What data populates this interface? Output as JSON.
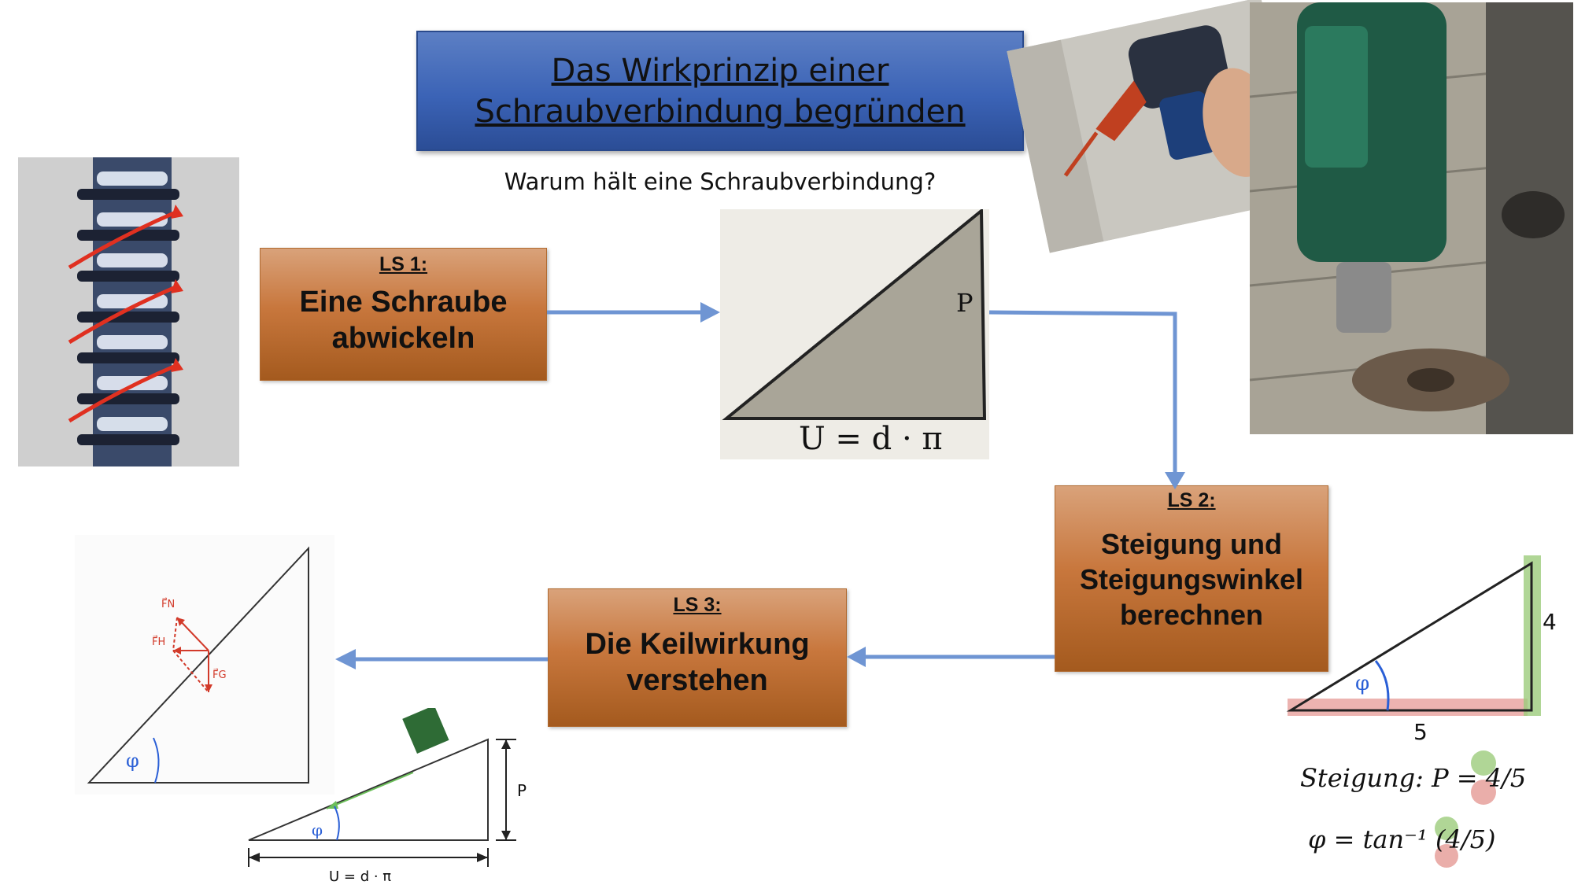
{
  "title": {
    "line1": "Das Wirkprinzip einer",
    "line2": "Schraubverbindung begründen"
  },
  "subtitle": "Warum hält eine Schraubverbindung?",
  "ls1": {
    "label": "LS 1:",
    "line1": "Eine Schraube",
    "line2": "abwickeln"
  },
  "ls2": {
    "label": "LS 2:",
    "line1": "Steigung und",
    "line2": "Steigungswinkel",
    "line3": "berechnen"
  },
  "ls3": {
    "label": "LS 3:",
    "line1": "Die Keilwirkung",
    "line2": "verstehen"
  },
  "unrolled_triangle": {
    "side_label": "P",
    "base_label": "U = d · π"
  },
  "slope_sketch": {
    "height_label": "4",
    "base_label": "5",
    "angle_label": "φ",
    "formula1": "Steigung: P = 4/5",
    "formula2": "φ = tan⁻¹ (4/5)"
  },
  "wedge_sketch": {
    "force1": "F⃗N",
    "force2": "F⃗H",
    "force3": "F⃗G",
    "angle_label": "φ"
  },
  "incline_sketch": {
    "height_label": "P",
    "base_label": "U = d · π",
    "angle_label": "φ"
  },
  "colors": {
    "arrow": "#6f95d3",
    "title_bg": "#3b63b6",
    "box_bg": "#c8773d",
    "green": "#9ccc7c",
    "red": "#e59a95",
    "force_red": "#d23a2a",
    "angle_blue": "#2a5fd6",
    "block_green": "#2e6b35"
  }
}
